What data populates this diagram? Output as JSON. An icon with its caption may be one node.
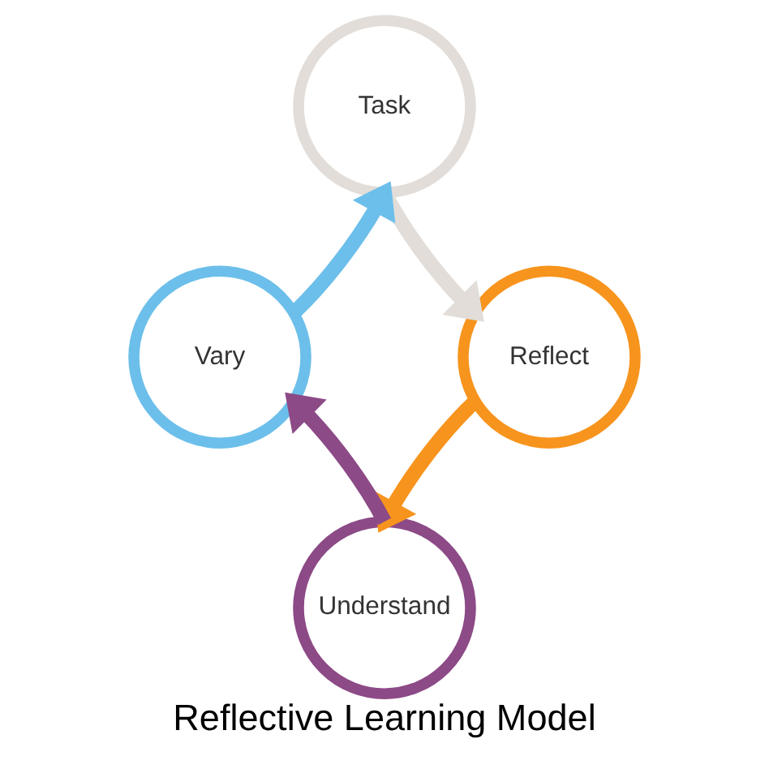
{
  "diagram": {
    "title": "Reflective Learning Model",
    "nodes": [
      {
        "text": [
          "Task"
        ]
      },
      {
        "text": [
          "Reflect"
        ]
      },
      {
        "text": [
          "Understand"
        ]
      },
      {
        "text": [
          "Vary"
        ]
      }
    ],
    "edges": [
      {
        "from": 0,
        "to": 1,
        "arrow": "to",
        "color": "#e2ddd8"
      },
      {
        "from": 1,
        "to": 2,
        "arrow": "to",
        "color": "#f7941d"
      },
      {
        "from": 2,
        "to": 3,
        "arrow": "to",
        "color": "#8c4a86"
      },
      {
        "from": 3,
        "to": 0,
        "arrow": "to",
        "color": "#6cbfea"
      }
    ]
  }
}
